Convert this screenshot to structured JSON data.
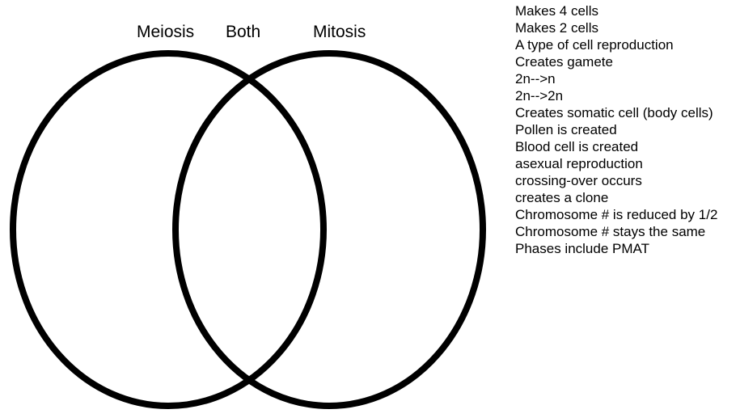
{
  "venn": {
    "title_labels": {
      "left": "Meiosis",
      "center": "Both",
      "right": "Mitosis"
    },
    "stroke_color": "#000000",
    "stroke_width": 8,
    "background_color": "#ffffff",
    "left_circle_name": "Meiosis",
    "right_circle_name": "Mitosis",
    "overlap_name": "Both"
  },
  "word_bank": {
    "items": [
      "Makes 4 cells",
      "Makes 2 cells",
      "A type of cell reproduction",
      "Creates gamete",
      "2n-->n",
      "2n-->2n",
      "Creates somatic cell (body cells)",
      "Pollen is created",
      "Blood cell is created",
      "asexual reproduction",
      "crossing-over occurs",
      "creates a clone",
      "Chromosome # is reduced by 1/2",
      "Chromosome # stays the same",
      "Phases include PMAT"
    ]
  }
}
